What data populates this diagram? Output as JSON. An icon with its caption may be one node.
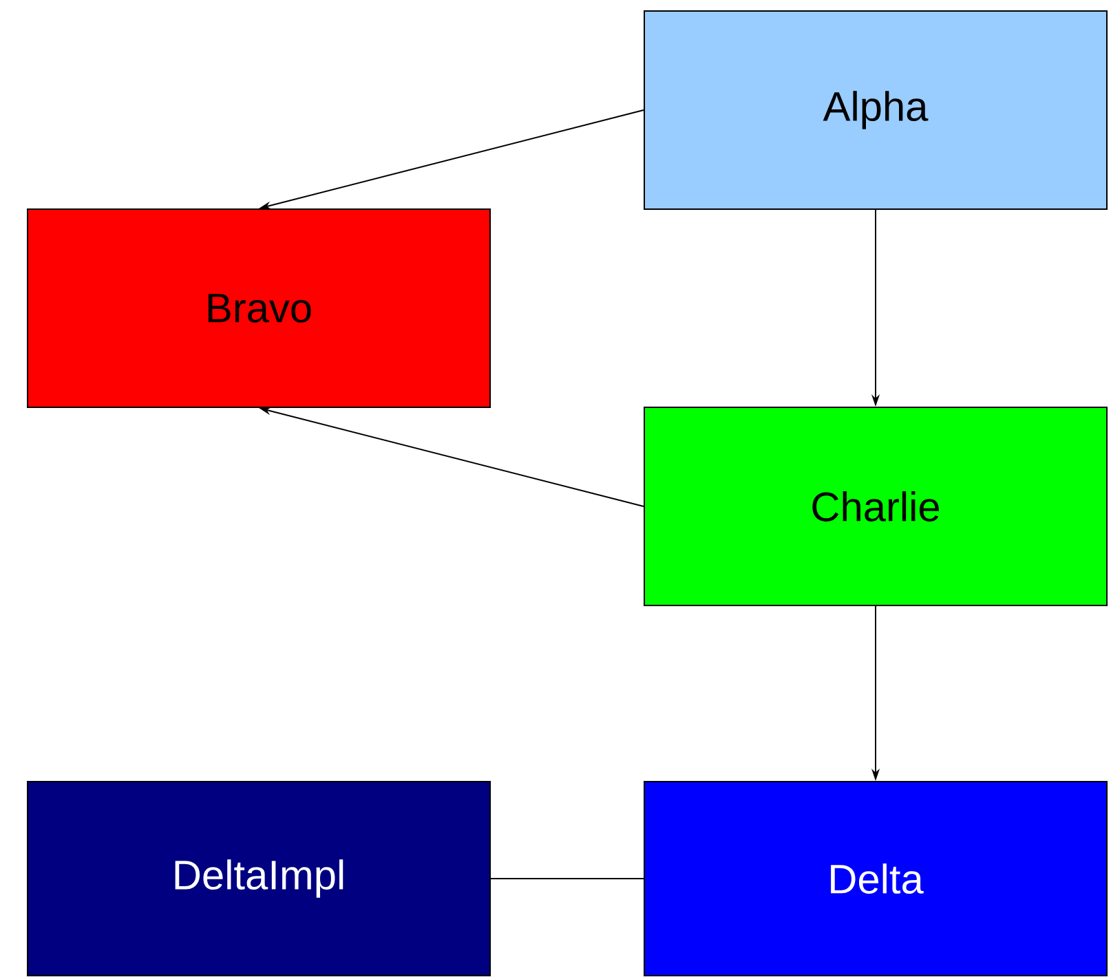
{
  "diagram": {
    "nodes": [
      {
        "text": [
          "Alpha"
        ]
      },
      {
        "text": [
          "Bravo"
        ]
      },
      {
        "text": [
          "Charlie"
        ]
      },
      {
        "text": [
          "DeltaImpl"
        ]
      },
      {
        "text": [
          "Delta"
        ]
      }
    ],
    "edges": [
      {
        "from": 0,
        "to": 1,
        "arrow": "to"
      },
      {
        "from": 0,
        "to": 2,
        "arrow": "to"
      },
      {
        "from": 2,
        "to": 1,
        "arrow": "to"
      },
      {
        "from": 2,
        "to": 4,
        "arrow": "to"
      },
      {
        "from": 4,
        "to": 3,
        "arrow": "none"
      }
    ]
  }
}
